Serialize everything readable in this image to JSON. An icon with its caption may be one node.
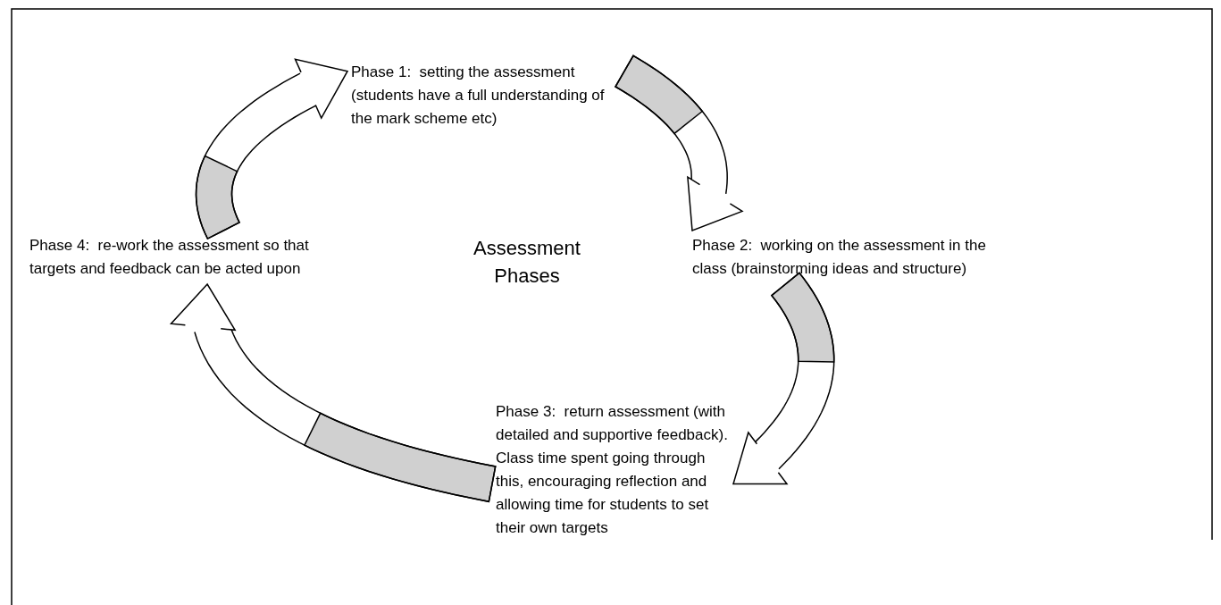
{
  "diagram": {
    "nodes": [
      {
        "text": [
          "Phase 1:  setting the assessment (students have a full understanding of the mark scheme etc)"
        ]
      },
      {
        "text": [
          "Phase 2:  working on the assessment in the class (brainstorming ideas and structure)"
        ]
      },
      {
        "text": [
          "Phase 3:  return assessment (with detailed and supportive feedback). Class time spent going through this, encouraging reflection and allowing time for students to set their own targets"
        ]
      },
      {
        "text": [
          "Phase 4:  re-work the assessment so that targets and feedback can be acted upon"
        ]
      }
    ],
    "edges": [
      {
        "from": 3,
        "to": 0,
        "arrow": "to"
      },
      {
        "from": 0,
        "to": 1,
        "arrow": "to"
      },
      {
        "from": 1,
        "to": 2,
        "arrow": "to"
      },
      {
        "from": 2,
        "to": 3,
        "arrow": "to"
      }
    ],
    "labels": [
      "Assessment Phases"
    ]
  }
}
